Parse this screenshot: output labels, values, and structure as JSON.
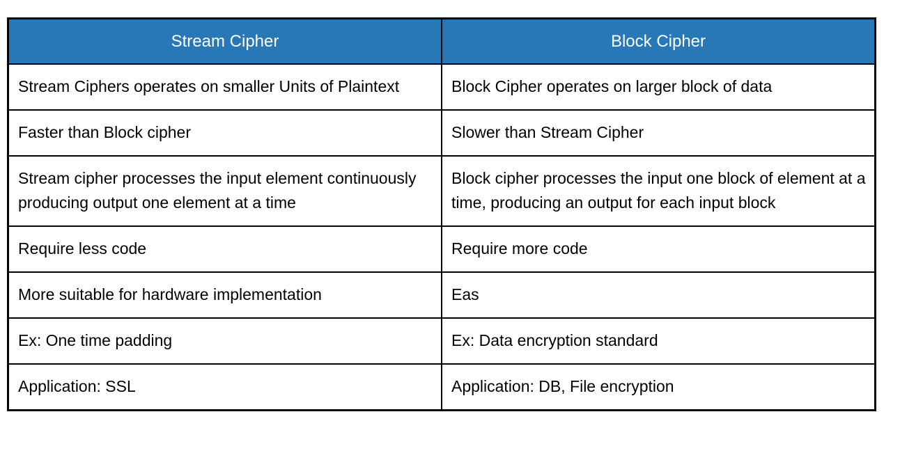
{
  "page": {
    "background_color": "#ffffff",
    "text_color": "#000000"
  },
  "table": {
    "header_bg_color": "#2878b8",
    "header_text_color": "#ffffff",
    "border_color": "#000000",
    "columns": [
      {
        "label": "Stream Cipher"
      },
      {
        "label": "Block Cipher"
      }
    ],
    "rows": [
      {
        "cells": [
          "Stream Ciphers operates on smaller Units of Plaintext",
          "Block Cipher operates on larger block of data"
        ]
      },
      {
        "cells": [
          "Faster than Block cipher",
          "Slower than Stream Cipher"
        ]
      },
      {
        "cells": [
          "Stream cipher processes the input element continuously producing output one element at a time",
          "Block cipher processes the input one block of element at a time, producing an output for each input block"
        ]
      },
      {
        "cells": [
          "Require less code",
          "Require more code"
        ]
      },
      {
        "cells": [
          "More suitable for hardware implementation",
          "Eas"
        ]
      },
      {
        "cells": [
          "Ex: One time padding",
          "Ex: Data encryption standard"
        ]
      },
      {
        "cells": [
          "Application: SSL",
          "Application: DB, File encryption"
        ]
      }
    ]
  },
  "chart_data": {
    "type": "table",
    "columns": [
      "Stream Cipher",
      "Block Cipher"
    ],
    "rows": [
      [
        "Stream Ciphers operates on smaller Units of Plaintext",
        "Block Cipher operates on larger block of data"
      ],
      [
        "Faster than Block cipher",
        "Slower than Stream Cipher"
      ],
      [
        "Stream cipher processes the input element continuously producing output one element at a time",
        "Block cipher processes the input one block of element at a time, producing an output for each input block"
      ],
      [
        "Require less code",
        "Require more code"
      ],
      [
        "More suitable for hardware implementation",
        "Eas"
      ],
      [
        "Ex: One time padding",
        "Ex: Data encryption standard"
      ],
      [
        "Application: SSL",
        "Application: DB, File encryption"
      ]
    ]
  }
}
